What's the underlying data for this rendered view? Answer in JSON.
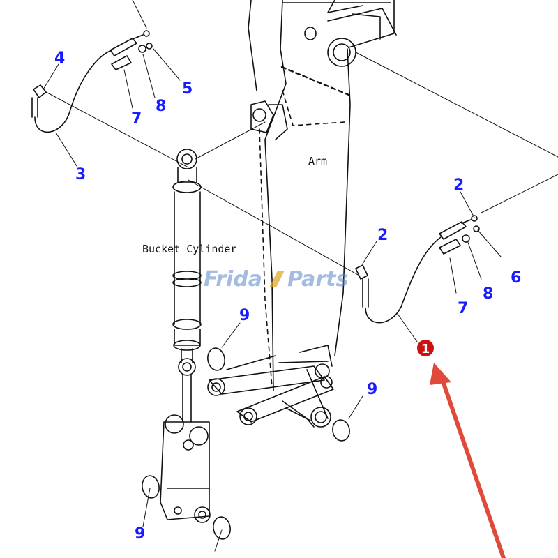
{
  "labels": {
    "arm": "Arm",
    "bucket_cylinder": "Bucket Cylinder"
  },
  "watermark": {
    "part1": "Frida",
    "part2": "Parts",
    "color_blue": "#5b86c9",
    "color_gold": "#e0a21a"
  },
  "callouts": {
    "color": "#1a1aff",
    "c4": "4",
    "c5": "5",
    "c7a": "7",
    "c8a": "8",
    "c3": "3",
    "c2a": "2",
    "c2b": "2",
    "c6": "6",
    "c7b": "7",
    "c8b": "8",
    "c9a": "9",
    "c9b": "9",
    "c9c": "9",
    "c1": "1"
  },
  "highlight": {
    "badge_color": "#cc1111",
    "arrow_color": "#e04a3a"
  }
}
